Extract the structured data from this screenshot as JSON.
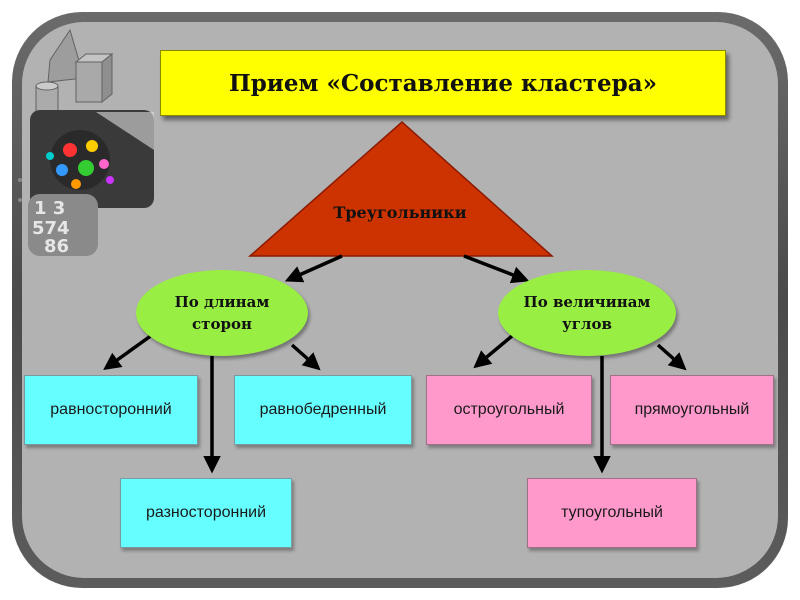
{
  "title": "Прием «Составление кластера»",
  "root": "Треугольники",
  "groups": [
    {
      "label": "По длинам\nсторон",
      "items": [
        "равносторонний",
        "равнобедренный",
        "разносторонний"
      ]
    },
    {
      "label": "По величинам\nуглов",
      "items": [
        "остроугольный",
        "прямоугольный",
        "тупоугольный"
      ]
    }
  ],
  "colors": {
    "title_bg": "#ffff00",
    "triangle": "#cc3300",
    "ellipse": "#99ee44",
    "sides_boxes": "#66ffff",
    "angles_boxes": "#ff99cc",
    "panel": "#b2b2b2"
  },
  "decoration": {
    "numbers_graphic_text": "13 574 86"
  }
}
